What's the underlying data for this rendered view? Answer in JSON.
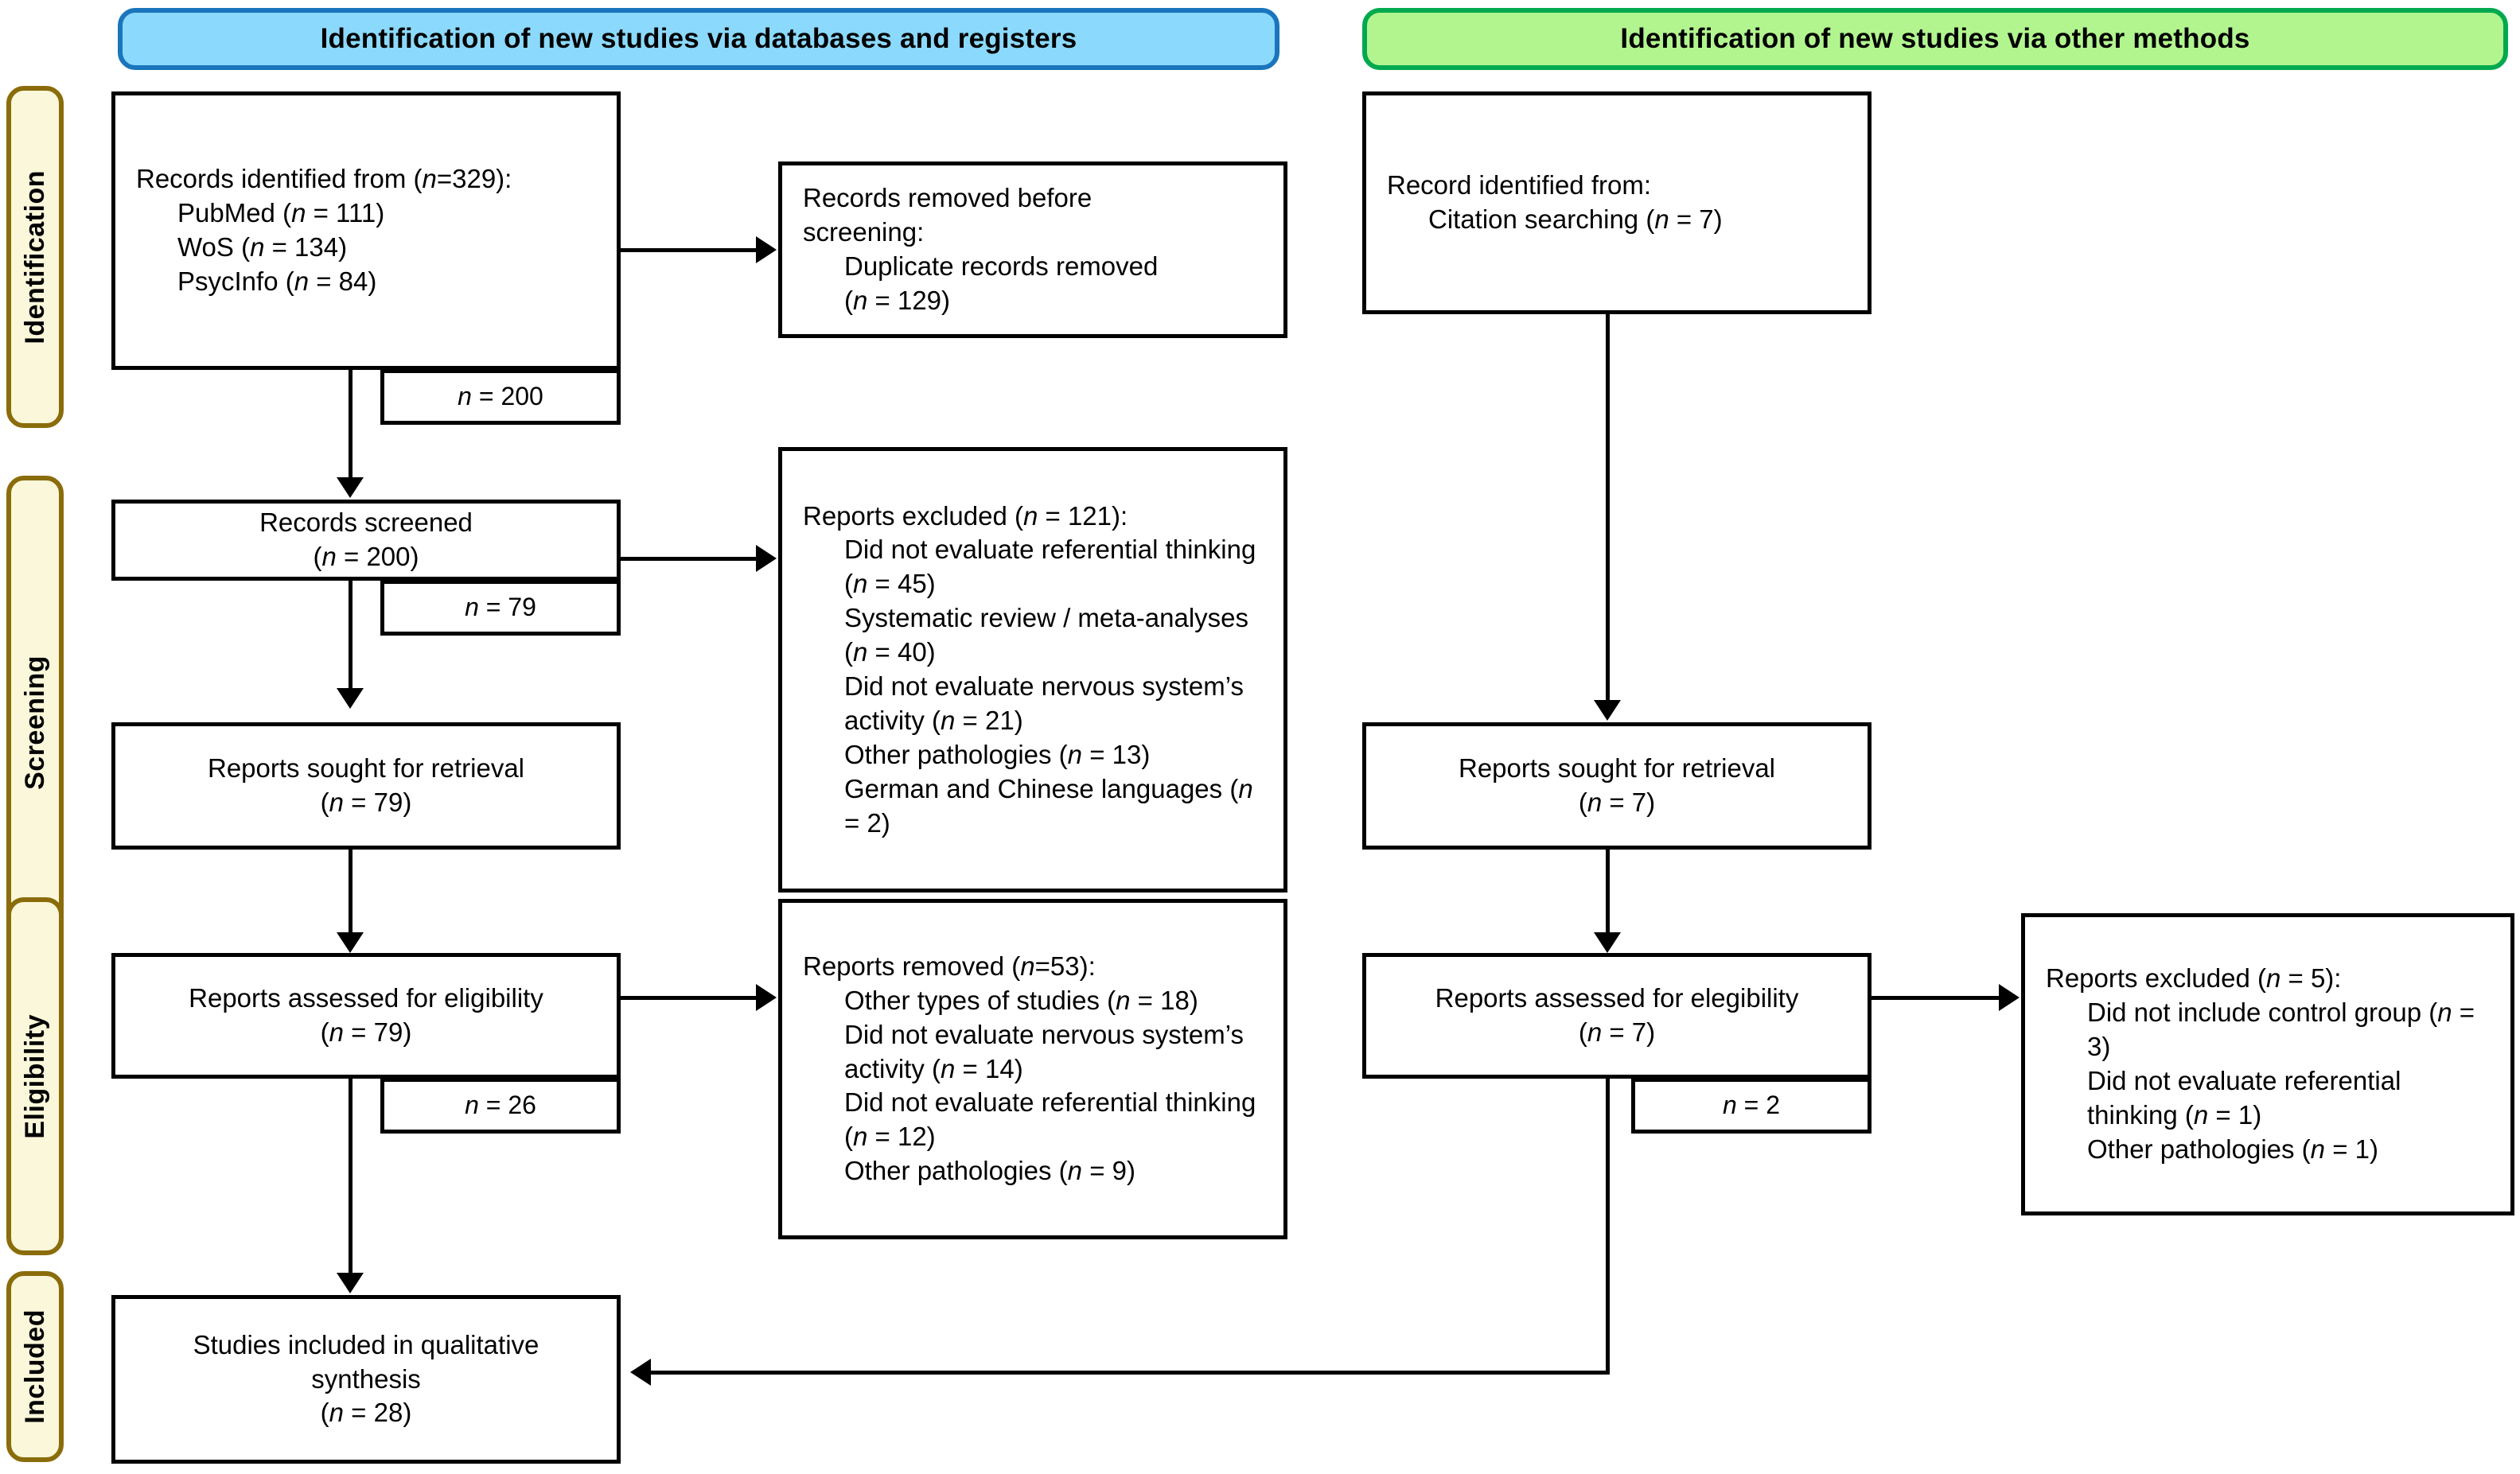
{
  "diagram": {
    "type": "PRISMA 2020 flow diagram",
    "banners": {
      "databases": "Identification of new studies via databases and registers",
      "other": "Identification of new studies via other methods"
    },
    "stages": [
      {
        "key": "identification",
        "label": "Identification"
      },
      {
        "key": "screening",
        "label": "Screening"
      },
      {
        "key": "eligibility",
        "label": "Eligibility"
      },
      {
        "key": "included",
        "label": "Included"
      }
    ],
    "colors": {
      "banner_db_fill": "#8BD9FC",
      "banner_db_border": "#1A75BC",
      "banner_other_fill": "#B2F58F",
      "banner_other_border": "#00A94F",
      "rail_fill": "#FBF7DA",
      "rail_border": "#8A6C0B",
      "box_border": "#000000",
      "box_fill": "#FFFFFF"
    }
  },
  "left_column": {
    "records_identified": {
      "line1": "Records identified from (n=329):",
      "item1": "PubMed (n = 111)",
      "item2": "WoS (n = 134)",
      "item3": "PsycInfo (n = 84)"
    },
    "identified_tally": "n = 200",
    "records_removed": {
      "line1": "Records removed before",
      "line2": "screening:",
      "item1": "Duplicate records removed",
      "item2": "(n = 129)"
    },
    "records_screened": {
      "line1": "Records screened",
      "line2": "(n = 200)"
    },
    "screened_tally": "n = 79",
    "reports_excluded": {
      "line1": "Reports excluded (n = 121):",
      "item1": "Did not evaluate referential thinking (n = 45)",
      "item2": "Systematic review / meta-analyses (n = 40)",
      "item3": "Did not evaluate nervous system’s activity (n = 21)",
      "item4": "Other pathologies (n = 13)",
      "item5": "German and Chinese languages (n = 2)"
    },
    "reports_sought": {
      "line1": "Reports sought for retrieval",
      "line2": "(n = 79)"
    },
    "reports_assessed": {
      "line1": "Reports assessed for eligibility",
      "line2": "(n = 79)"
    },
    "assessed_tally": "n = 26",
    "reports_removed": {
      "line1": "Reports removed (n=53):",
      "item1": "Other types of studies (n = 18)",
      "item2": "Did not evaluate nervous system’s activity (n = 14)",
      "item3": "Did not evaluate referential thinking (n = 12)",
      "item4": "Other pathologies (n = 9)"
    },
    "studies_included": {
      "line1": "Studies included in qualitative",
      "line2": "synthesis",
      "line3": "(n = 28)"
    }
  },
  "right_column": {
    "record_identified": {
      "line1": "Record identified from:",
      "item1": "Citation searching (n = 7)"
    },
    "reports_sought": {
      "line1": "Reports sought for retrieval",
      "line2": "(n = 7)"
    },
    "reports_assessed": {
      "line1": "Reports assessed for elegibility",
      "line2": "(n = 7)"
    },
    "assessed_tally": "n = 2",
    "reports_excluded": {
      "line1": "Reports excluded (n = 5):",
      "item1": "Did not include control group (n = 3)",
      "item2": "Did not evaluate referential thinking (n = 1)",
      "item3": "Other pathologies (n = 1)"
    }
  }
}
